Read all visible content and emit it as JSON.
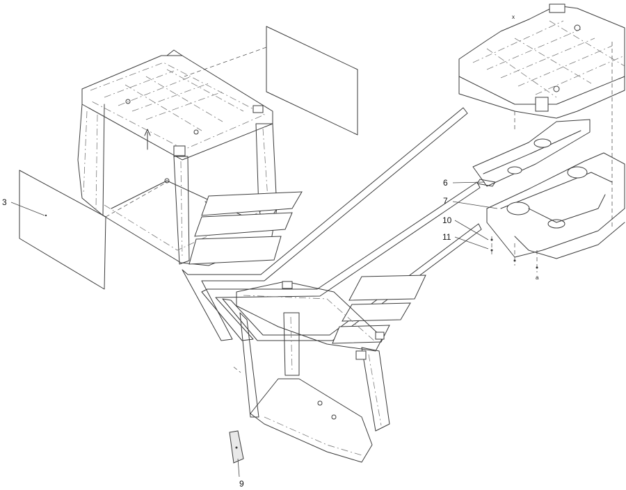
{
  "callouts": {
    "c3": "3",
    "c6": "6",
    "c7": "7",
    "c10": "10",
    "c11": "11",
    "c9": "9",
    "cx": "x",
    "ca": "a"
  },
  "colors": {
    "line": "#3a3a3a",
    "fill": "#e9e9e9",
    "background": "#ffffff"
  }
}
